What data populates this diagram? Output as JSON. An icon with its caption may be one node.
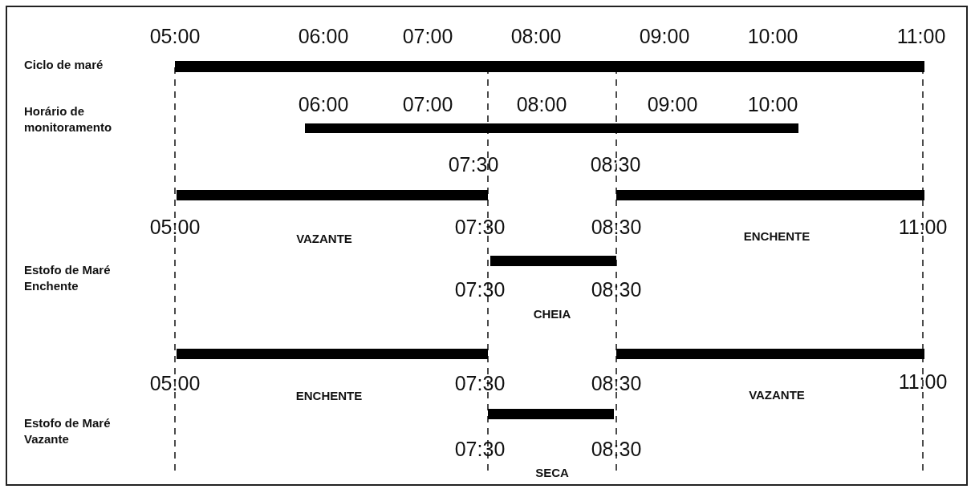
{
  "diagram": {
    "nodes": [
      {
        "text": [],
        "shape": "bar"
      },
      {
        "text": [],
        "shape": "bar"
      },
      {
        "text": [],
        "shape": "bar"
      },
      {
        "text": [],
        "shape": "bar"
      },
      {
        "text": [],
        "shape": "bar"
      },
      {
        "text": [],
        "shape": "bar"
      },
      {
        "text": [],
        "shape": "bar"
      },
      {
        "text": [],
        "shape": "bar"
      }
    ],
    "labels": [
      "05:00",
      "06:00",
      "07:00",
      "08:00",
      "09:00",
      "10:00",
      "11:00",
      "Ciclo de maré",
      "Horário de monitoramento",
      "06:00",
      "07:00",
      "08:00",
      "09:00",
      "10:00",
      "07:30",
      "08:30",
      "05:00",
      "VAZANTE",
      "07:30",
      "08:30",
      "ENCHENTE",
      "11:00",
      "Estofo de Maré Enchente",
      "07:30",
      "08:30",
      "CHEIA",
      "05:00",
      "ENCHENTE",
      "07:30",
      "08:30",
      "VAZANTE",
      "11:00",
      "Estofo de Maré Vazante",
      "07:30",
      "08:30",
      "SECA"
    ]
  }
}
